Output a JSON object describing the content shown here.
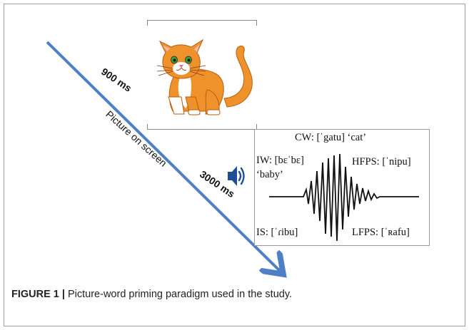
{
  "timeline": {
    "label_900": "900 ms",
    "label_3000": "3000 ms",
    "label_picture": "Picture on screen"
  },
  "stimuli": {
    "cw": "CW: [ˈgatu] ‘cat’",
    "iw_line1": "IW: [bɛˈbɛ]",
    "iw_line2": "‘baby’",
    "hfps": "HFPS: [ˈnipu]",
    "is": "IS: [ˈɾibu]",
    "lfps": "LFPS: [ˈʀafu]"
  },
  "caption": {
    "prefix": "FIGURE 1 |",
    "text": " Picture-word priming paradigm used in the study."
  },
  "icons": {
    "arrow": "diagonal-arrow",
    "speaker": "speaker-icon",
    "picture": "cat-illustration"
  },
  "colors": {
    "arrow": "#4f7fc4",
    "cat_body": "#f0922b",
    "speaker": "#1f4e96"
  }
}
